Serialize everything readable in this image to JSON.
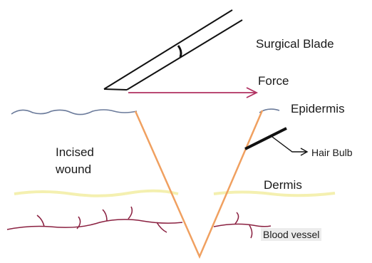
{
  "labels": {
    "blade": "Surgical Blade",
    "force": "Force",
    "epidermis": "Epidermis",
    "hair_bulb": "Hair Bulb",
    "incised_line1": "Incised",
    "incised_line2": "wound",
    "dermis": "Dermis",
    "blood_vessel": "Blood vessel"
  },
  "colors": {
    "wound_edge": "#f0a060",
    "force_arrow": "#b03060",
    "skin_surface": "#6a7a9a",
    "blood_vessel": "#8a2040",
    "dermis_line": "#f4f0b0",
    "outline": "#111111"
  }
}
